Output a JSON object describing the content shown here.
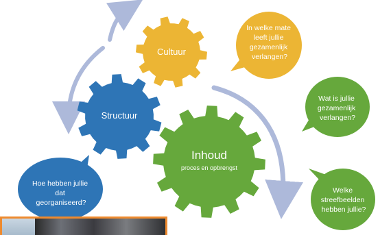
{
  "gears": {
    "cultuur": {
      "label": "Cultuur",
      "color": "#ecb534"
    },
    "structuur": {
      "label": "Structuur",
      "color": "#2e75b6"
    },
    "inhoud": {
      "label": "Inhoud",
      "sublabel": "proces en opbrengst",
      "color": "#66a83c"
    }
  },
  "bubbles": {
    "cultuur": {
      "lines": [
        "In welke mate",
        "leeft jullie",
        "gezamenlijk",
        "verlangen?"
      ],
      "color": "#ecb534"
    },
    "inhoud_1": {
      "lines": [
        "Wat is jullie",
        "gezamenlijk",
        "verlangen?"
      ],
      "color": "#66a83c"
    },
    "inhoud_2": {
      "lines": [
        "Welke",
        "streefbeelden",
        "hebben jullie?"
      ],
      "color": "#66a83c"
    },
    "structuur": {
      "lines": [
        "Hoe hebben jullie",
        "dat",
        "georganiseerd?"
      ],
      "color": "#2e75b6"
    }
  },
  "arrow_color": "#adb9da",
  "photo_border_color": "#ee8a2e"
}
